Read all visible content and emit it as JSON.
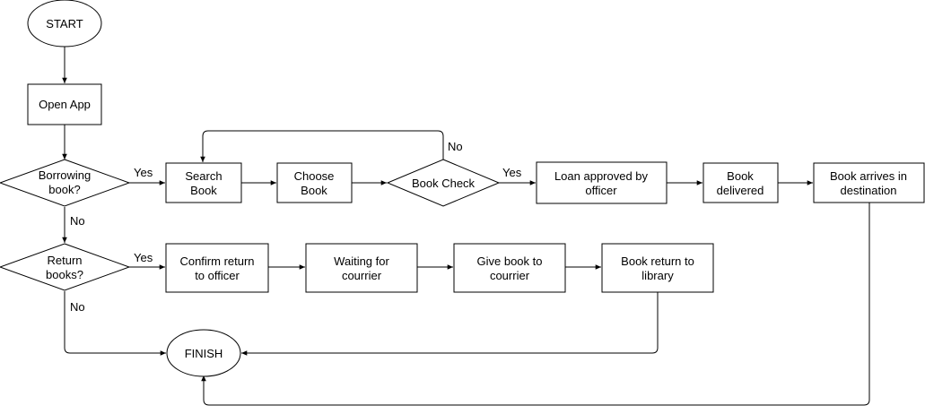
{
  "nodes": {
    "start": {
      "label": "START"
    },
    "open_app": {
      "label": "Open App"
    },
    "borrowing": {
      "line1": "Borrowing",
      "line2": "book?"
    },
    "search": {
      "line1": "Search",
      "line2": "Book"
    },
    "choose": {
      "line1": "Choose",
      "line2": "Book"
    },
    "check": {
      "label": "Book Check"
    },
    "loan": {
      "line1": "Loan approved by",
      "line2": "officer"
    },
    "delivered": {
      "line1": "Book",
      "line2": "delivered"
    },
    "arrives": {
      "line1": "Book arrives in",
      "line2": "destination"
    },
    "return_q": {
      "line1": "Return",
      "line2": "books?"
    },
    "confirm": {
      "line1": "Confirm return",
      "line2": "to officer"
    },
    "waiting": {
      "line1": "Waiting for",
      "line2": "courrier"
    },
    "give": {
      "line1": "Give book to",
      "line2": "courrier"
    },
    "book_return": {
      "line1": "Book return to",
      "line2": "library"
    },
    "finish": {
      "label": "FINISH"
    }
  },
  "edge_labels": {
    "borrow_yes": "Yes",
    "borrow_no": "No",
    "check_yes": "Yes",
    "check_no": "No",
    "return_yes": "Yes",
    "return_no": "No"
  }
}
